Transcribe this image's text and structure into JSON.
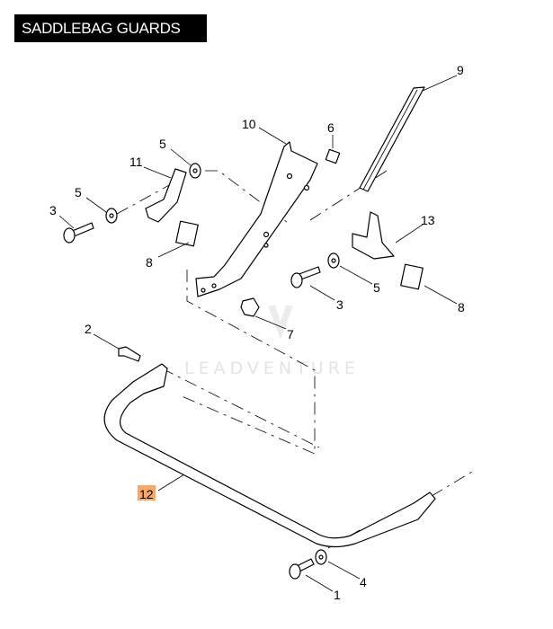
{
  "title": "SADDLEBAG GUARDS",
  "watermark": "LEADVENTURE",
  "highlight_color": "#f8a868",
  "callouts": {
    "c9": "9",
    "c10": "10",
    "c6": "6",
    "c5a": "5",
    "c11": "11",
    "c5b": "5",
    "c3a": "3",
    "c8a": "8",
    "c13": "13",
    "c5c": "5",
    "c3b": "3",
    "c8b": "8",
    "c7": "7",
    "c2": "2",
    "c12": "12",
    "c4": "4",
    "c1": "1"
  },
  "highlighted_part": "12"
}
